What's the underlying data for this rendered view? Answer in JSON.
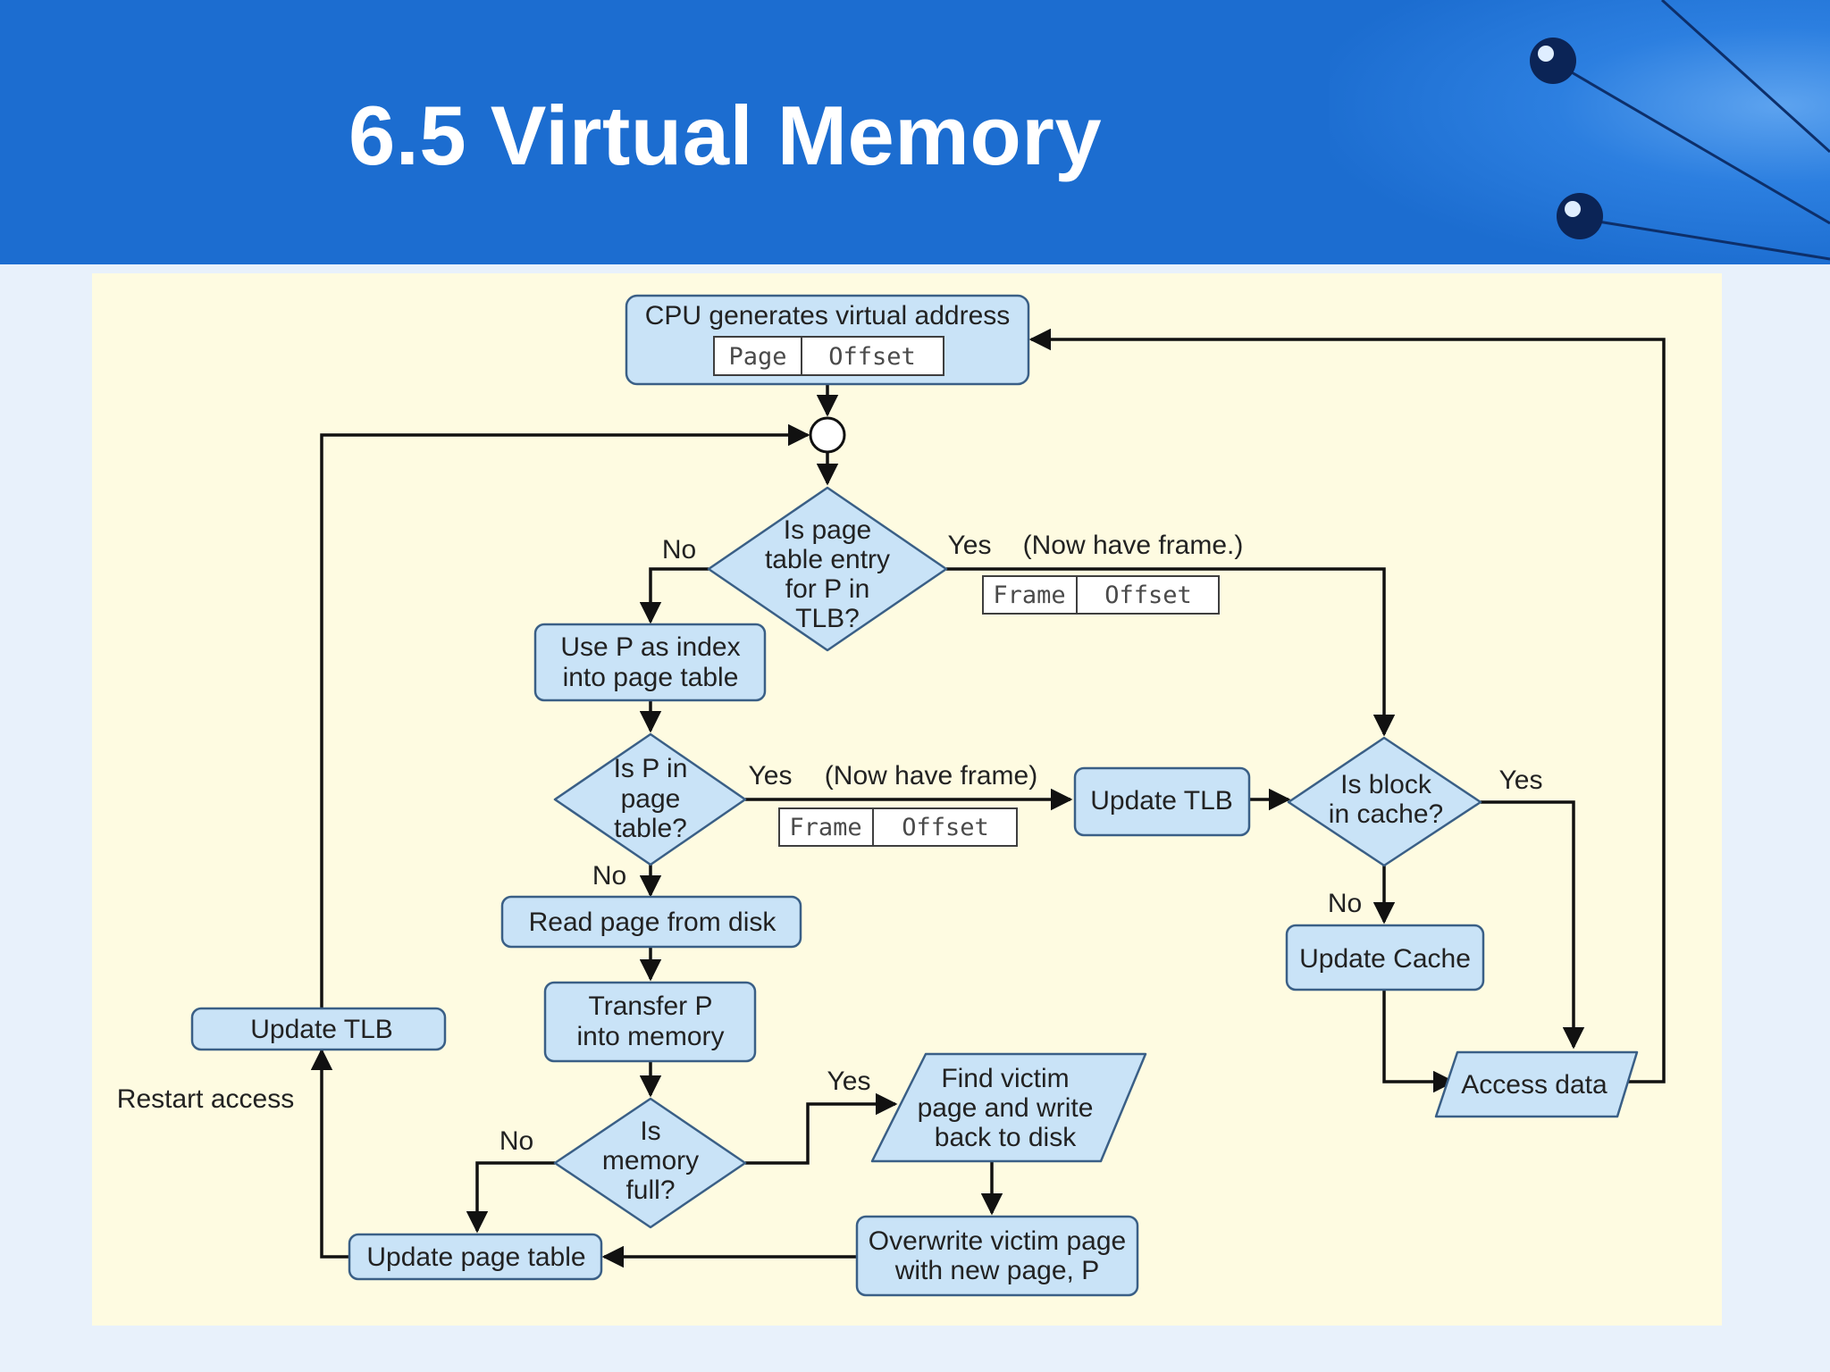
{
  "slide": {
    "title": "6.5 Virtual Memory",
    "colors": {
      "header": "#1c6dd0",
      "panel": "#fefbe1",
      "node_fill": "#c9e3f7",
      "node_border": "#3a5f86"
    }
  },
  "diagram": {
    "nodes": {
      "cpu": {
        "title": "CPU generates virtual address",
        "fields": [
          "Page",
          "Offset"
        ]
      },
      "d_tlb": {
        "lines": [
          "Is page",
          "table entry",
          "for P in",
          "TLB?"
        ]
      },
      "use_p": {
        "lines": [
          "Use P as index",
          "into page table"
        ]
      },
      "d_pt": {
        "lines": [
          "Is P in",
          "page",
          "table?"
        ]
      },
      "read_disk": {
        "lines": [
          "Read page from disk"
        ]
      },
      "transfer": {
        "lines": [
          "Transfer P",
          "into memory"
        ]
      },
      "d_mem": {
        "lines": [
          "Is",
          "memory",
          "full?"
        ]
      },
      "victim": {
        "lines": [
          "Find victim",
          "page and write",
          "back to disk"
        ]
      },
      "overwrite": {
        "lines": [
          "Overwrite victim page",
          "with new page, P"
        ]
      },
      "update_pt": {
        "lines": [
          "Update page table"
        ]
      },
      "update_tlb_left": {
        "lines": [
          "Update TLB"
        ]
      },
      "update_tlb_mid": {
        "lines": [
          "Update TLB"
        ]
      },
      "d_cache": {
        "lines": [
          "Is block",
          "in cache?"
        ]
      },
      "update_cache": {
        "lines": [
          "Update Cache"
        ]
      },
      "access": {
        "lines": [
          "Access data"
        ]
      }
    },
    "labels": {
      "tlb_no": "No",
      "tlb_yes": "Yes",
      "tlb_yes_note": "(Now have frame.)",
      "tlb_fields": [
        "Frame",
        "Offset"
      ],
      "pt_yes": "Yes",
      "pt_yes_note": "(Now have frame)",
      "pt_fields": [
        "Frame",
        "Offset"
      ],
      "pt_no": "No",
      "mem_yes": "Yes",
      "mem_no": "No",
      "cache_yes": "Yes",
      "cache_no": "No",
      "restart": "Restart access"
    }
  }
}
